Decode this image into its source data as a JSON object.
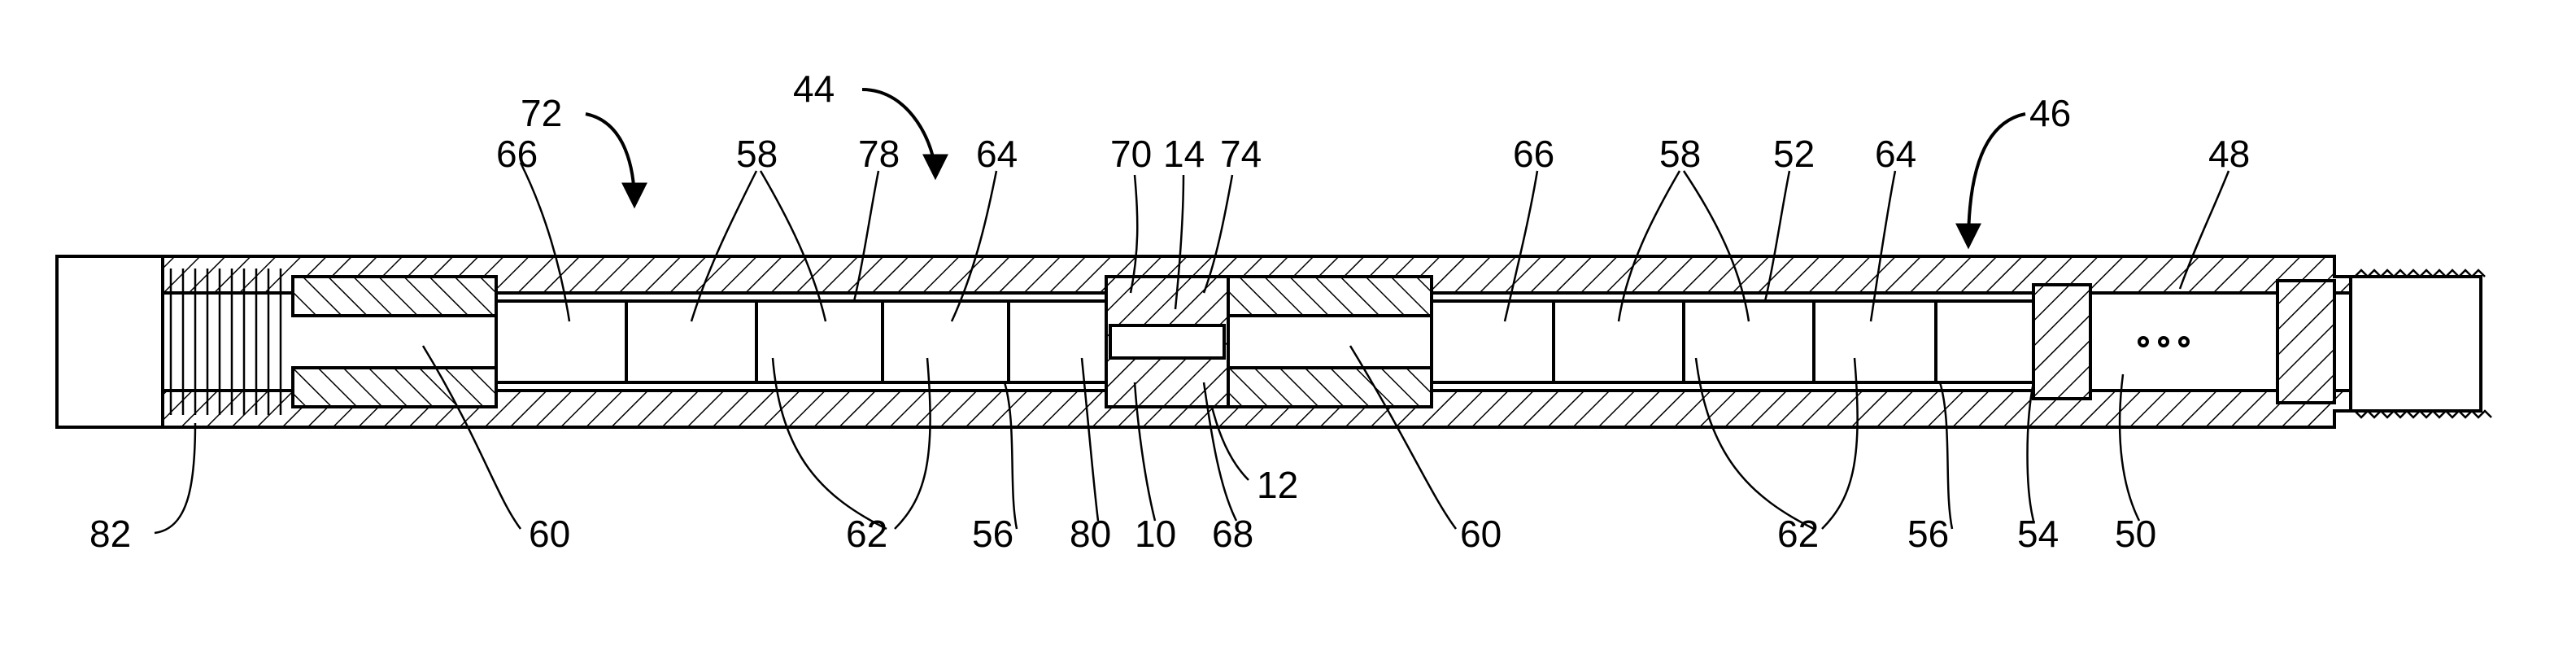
{
  "figure": {
    "reference_numerals": {
      "n72": "72",
      "n44": "44",
      "n46": "46",
      "n66a": "66",
      "n58a": "58",
      "n78": "78",
      "n64a": "64",
      "n70": "70",
      "n14": "14",
      "n74": "74",
      "n66b": "66",
      "n58b": "58",
      "n52": "52",
      "n64b": "64",
      "n48": "48",
      "n82": "82",
      "n60a": "60",
      "n62a": "62",
      "n56a": "56",
      "n80": "80",
      "n10": "10",
      "n68": "68",
      "n12": "12",
      "n60b": "60",
      "n62b": "62",
      "n56b": "56",
      "n54": "54",
      "n50": "50"
    }
  }
}
